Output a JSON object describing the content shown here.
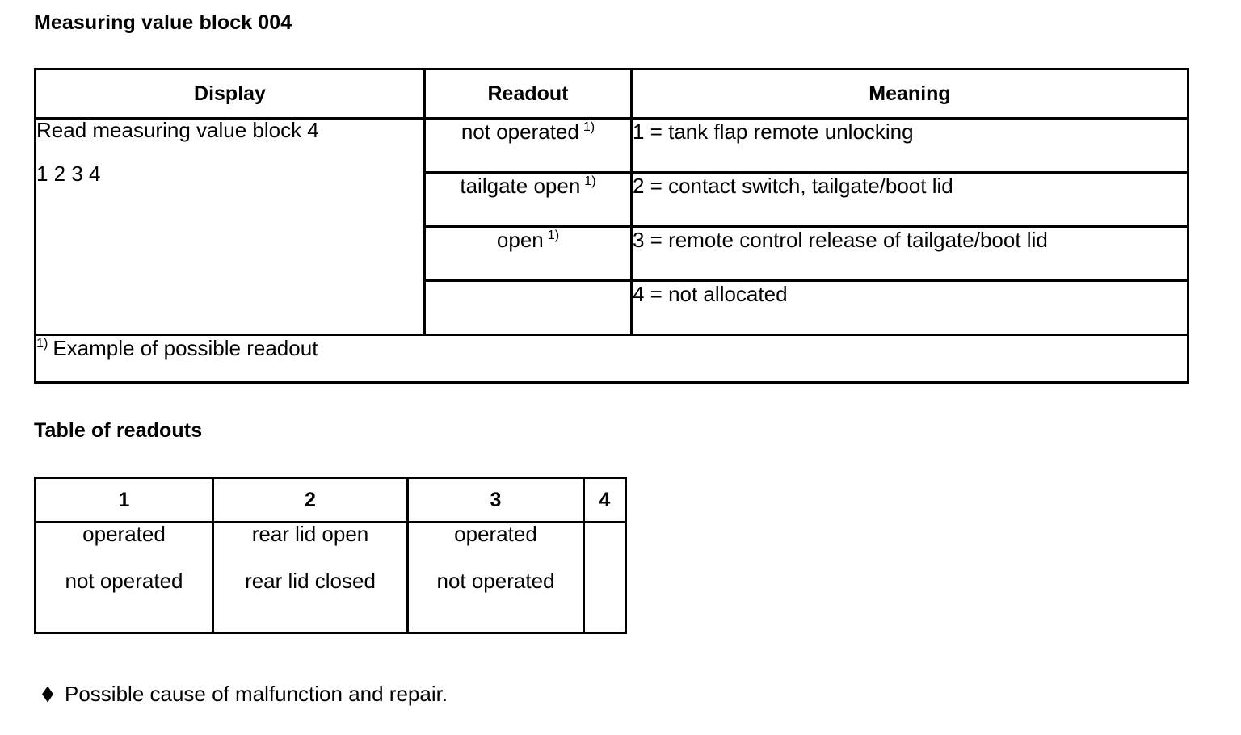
{
  "headings": {
    "measuring_block": "Measuring value block 004",
    "table_of_readouts": "Table of readouts"
  },
  "measuring_value_block_table": {
    "columns": [
      {
        "key": "display",
        "label": "Display"
      },
      {
        "key": "readout",
        "label": "Readout"
      },
      {
        "key": "meaning",
        "label": "Meaning"
      }
    ],
    "display_cell": {
      "line1": "Read measuring value block 4",
      "line2": "1 2 3 4"
    },
    "rows": [
      {
        "readout": "not operated",
        "readout_footnote": "1)",
        "meaning": "1 = tank flap remote unlocking"
      },
      {
        "readout": "tailgate open",
        "readout_footnote": "1)",
        "meaning": "2 = contact switch, tailgate/boot lid"
      },
      {
        "readout": "open",
        "readout_footnote": "1)",
        "meaning": "3 = remote control release of tailgate/boot lid"
      },
      {
        "readout": "",
        "readout_footnote": "",
        "meaning": "4 = not allocated"
      }
    ],
    "footnote": {
      "marker": "1)",
      "text": "Example of possible readout"
    }
  },
  "table_of_readouts": {
    "headers": [
      "1",
      "2",
      "3",
      "4"
    ],
    "rows": [
      {
        "col1": "operated",
        "col2": "rear lid open",
        "col3": "operated",
        "col4": ""
      },
      {
        "col1": "not operated",
        "col2": "rear lid closed",
        "col3": "not operated",
        "col4": ""
      }
    ]
  },
  "bullet_note": {
    "glyph": "diamond-bullet",
    "text": "Possible cause of malfunction and repair."
  },
  "colors": {
    "text": "#000000",
    "background": "#ffffff",
    "border": "#000000"
  }
}
